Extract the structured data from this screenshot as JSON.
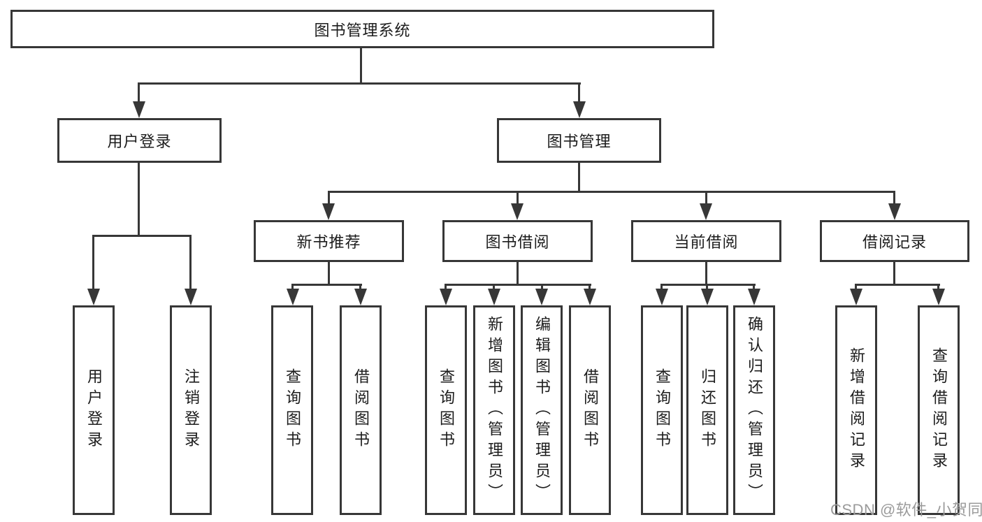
{
  "diagram": {
    "title": "图书管理系统",
    "root": {
      "label": "图书管理系统"
    },
    "branches": [
      {
        "label": "用户登录",
        "children": [
          "用户登录",
          "注销登录"
        ]
      },
      {
        "label": "图书管理",
        "groups": [
          {
            "label": "新书推荐",
            "children": [
              "查询图书",
              "借阅图书"
            ]
          },
          {
            "label": "图书借阅",
            "children": [
              "查询图书",
              "新增图书（管理员）",
              "编辑图书（管理员）",
              "借阅图书"
            ]
          },
          {
            "label": "当前借阅",
            "children": [
              "查询图书",
              "归还图书",
              "确认归还（管理员）"
            ]
          },
          {
            "label": "借阅记录",
            "children": [
              "新增借阅记录",
              "查询借阅记录"
            ]
          }
        ]
      }
    ]
  },
  "watermark": {
    "text": "CSDN @软件_小贺同学"
  },
  "colors": {
    "line": "#373737",
    "box_border": "#373737",
    "text": "#1c1c1c",
    "watermark": "#9b9b9b",
    "background": "#ffffff"
  }
}
